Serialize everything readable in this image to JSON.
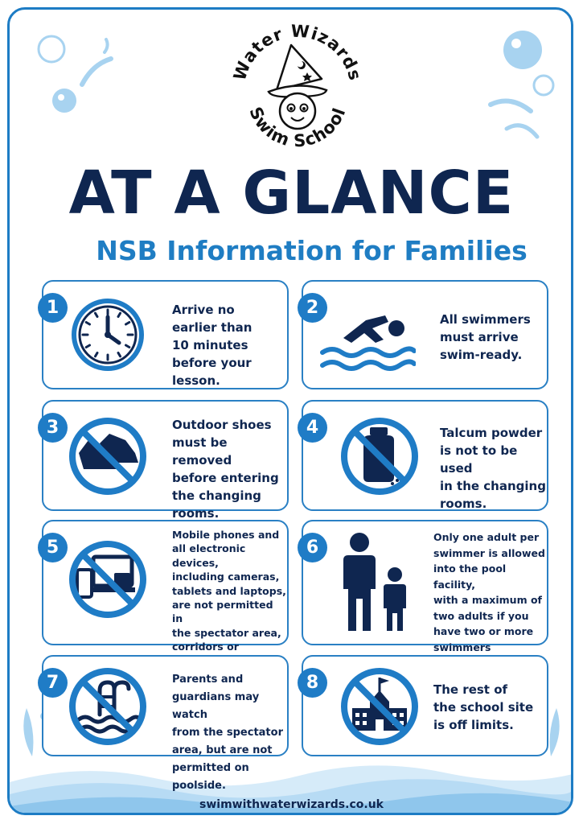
{
  "logo": {
    "top_text": "Water Wizards",
    "bottom_text": "Swim School"
  },
  "title": "AT A GLANCE",
  "subtitle": "NSB Information for Families",
  "rules": [
    {
      "number": "1",
      "icon": "clock-icon",
      "text": "Arrive no\nearlier than\n10 minutes\nbefore your lesson."
    },
    {
      "number": "2",
      "icon": "swimmer-icon",
      "text": "All swimmers\nmust arrive\nswim-ready."
    },
    {
      "number": "3",
      "icon": "no-shoes-icon",
      "text": "Outdoor shoes\nmust be removed\nbefore entering\nthe changing\nrooms."
    },
    {
      "number": "4",
      "icon": "no-talcum-icon",
      "text": "Talcum powder\nis not to be used\nin the changing\nrooms."
    },
    {
      "number": "5",
      "icon": "no-devices-icon",
      "text": "Mobile phones and\nall electronic devices,\nincluding cameras,\ntablets and laptops,\nare not permitted in\nthe spectator area,\ncorridors or\nchanging rooms."
    },
    {
      "number": "6",
      "icon": "adult-child-icon",
      "text": "Only one adult per\nswimmer is allowed\ninto the pool facility,\nwith a maximum of\ntwo adults if you\nhave two or more\nswimmers attending."
    },
    {
      "number": "7",
      "icon": "no-poolside-icon",
      "text": "Parents and\nguardians may watch\nfrom the spectator\narea, but are not\npermitted on poolside."
    },
    {
      "number": "8",
      "icon": "no-school-site-icon",
      "text": "The rest of\nthe school site\nis off limits."
    }
  ],
  "footer": {
    "website": "swimwithwaterwizards.co.uk"
  },
  "colors": {
    "navy": "#0f2650",
    "blue": "#1f7cc6",
    "light_blue": "#a8d3f0"
  }
}
